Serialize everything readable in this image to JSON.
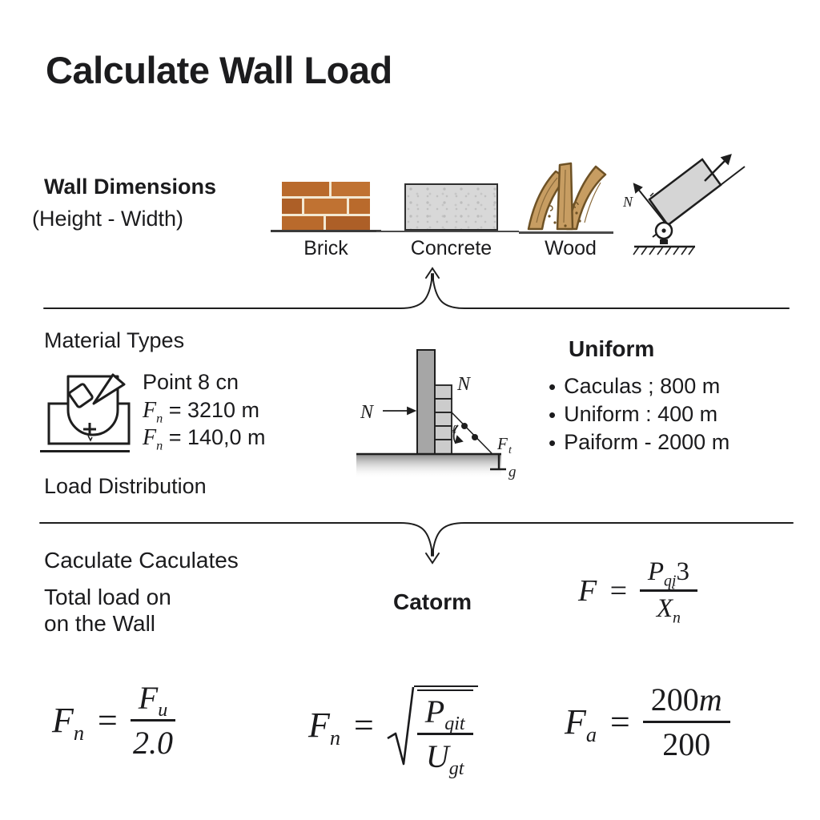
{
  "title": "Calculate Wall Load",
  "wall_dimensions": {
    "heading": "Wall Dimensions",
    "subheading": "(Height - Width)",
    "labels": [
      "Brick",
      "Concrete",
      "Wood"
    ],
    "incline_n": "N"
  },
  "material_types": {
    "heading": "Material Types",
    "point": {
      "title": "Point 8 cn",
      "f_var": "F",
      "f_sub": "n",
      "line2_rest": "= 3210 m",
      "line3_rest": "= 140,0 m"
    },
    "load_distribution": "Load Distribution",
    "diagram": {
      "n_left": "N",
      "n_top": "N",
      "ell": "ℓ",
      "f_var": "F",
      "f_sub": "t",
      "g": "g"
    },
    "uniform": {
      "heading": "Uniform",
      "bullets": [
        "Caculas ; 800 m",
        "Uniform :  400 m",
        "Paiform - 2000 m"
      ]
    }
  },
  "calculate": {
    "heading": "Caculate Caculates",
    "line1": "Total load on",
    "line2": "on the Wall",
    "center_label": "Catorm",
    "formula": {
      "lhs": "F",
      "eq": "=",
      "num_var": "P",
      "num_sub": "qį",
      "num_tail": "3",
      "den_var": "X",
      "den_sub": "n"
    }
  },
  "formulas": {
    "f1": {
      "lhs": "F",
      "lhs_sub": "n",
      "eq": "=",
      "num_var": "F",
      "num_sub": "u",
      "den": "2.0"
    },
    "f2": {
      "lhs": "F",
      "lhs_sub": "n",
      "eq": "=",
      "num_var": "P",
      "num_sub": "qit",
      "den_var": "U",
      "den_sub": "gt"
    },
    "f3": {
      "lhs": "F",
      "lhs_sub": "a",
      "eq": "=",
      "num": "200",
      "num_it": "m",
      "den": "200"
    }
  },
  "colors": {
    "brick": "#b96a2c",
    "mortar": "#f3e8d2",
    "concrete": "#d8d8d8",
    "wood": "#c79d62",
    "ink": "#1b1b1d"
  }
}
